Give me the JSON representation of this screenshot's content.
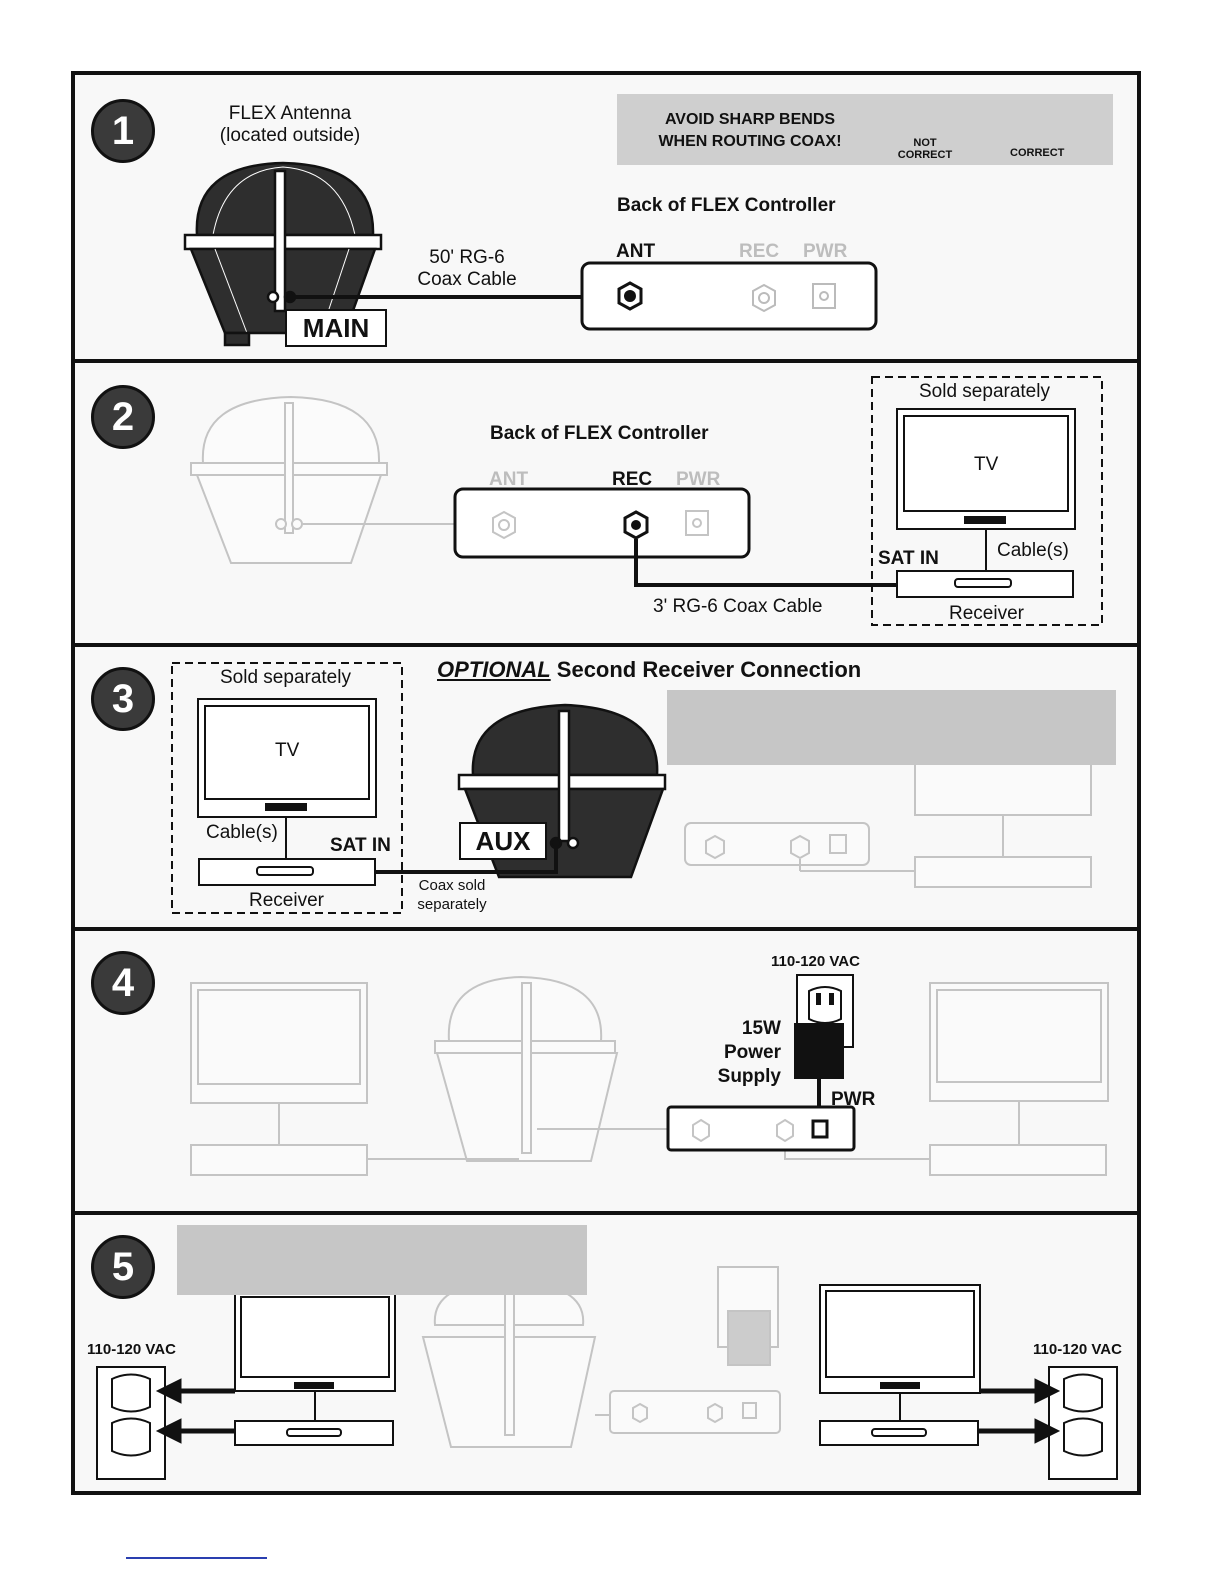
{
  "colors": {
    "line": "#111111",
    "faint": "#c4c4c4",
    "panel_bg": "#f8f8f8",
    "callout_bg": "#cfcfcf",
    "number_badge": "#3a3a3a"
  },
  "panel1": {
    "number": "1",
    "antenna_label_1": "FLEX Antenna",
    "antenna_label_2": "(located outside)",
    "warning_line1": "AVOID SHARP BENDS",
    "warning_line2": "WHEN ROUTING COAX!",
    "not_correct_1": "NOT",
    "not_correct_2": "CORRECT",
    "correct": "CORRECT",
    "controller_title": "Back of FLEX Controller",
    "port_ant": "ANT",
    "port_rec": "REC",
    "port_pwr": "PWR",
    "cable_1": "50' RG-6",
    "cable_2": "Coax Cable",
    "main_tag": "MAIN"
  },
  "panel2": {
    "number": "2",
    "controller_title": "Back of FLEX Controller",
    "port_ant": "ANT",
    "port_rec": "REC",
    "port_pwr": "PWR",
    "sold_separately": "Sold separately",
    "tv": "TV",
    "sat_in": "SAT IN",
    "cables": "Cable(s)",
    "receiver": "Receiver",
    "cable": "3' RG-6 Coax Cable"
  },
  "panel3": {
    "number": "3",
    "optional": "OPTIONAL",
    "title_rest": " Second Receiver Connection",
    "sold_separately": "Sold separately",
    "tv": "TV",
    "cables": "Cable(s)",
    "sat_in": "SAT IN",
    "receiver": "Receiver",
    "aux_tag": "AUX",
    "coax_1": "Coax sold",
    "coax_2": "separately"
  },
  "panel4": {
    "number": "4",
    "vac": "110-120 VAC",
    "ps_1": "15W",
    "ps_2": "Power",
    "ps_3": "Supply",
    "pwr": "PWR"
  },
  "panel5": {
    "number": "5",
    "vac_left": "110-120 VAC",
    "vac_right": "110-120 VAC"
  }
}
